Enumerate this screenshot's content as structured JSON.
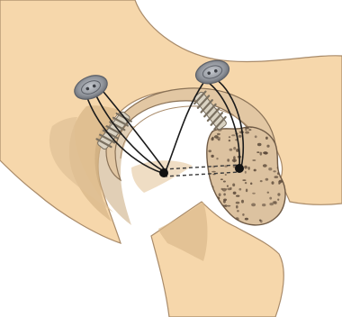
{
  "colors": {
    "background": "#ffffff",
    "skin": "#f6d7ab",
    "skin_outline": "#a98b6a",
    "bone_shadow": "#d8b788",
    "deep_shadow": "#c9a77a",
    "cortical_ring": "#e2c7a3",
    "cancellous_fill": "#dcc2a0",
    "cancellous_dots": "#5c4a3a",
    "anchor_body": "#d9d2c2",
    "anchor_thread": "#7a7060",
    "button_face": "#8f939a",
    "button_rim": "#5c6068",
    "suture": "#1a1a1a",
    "tunnel_dash": "#3a3a3a"
  },
  "components": {
    "anchors": [
      "left-suture-anchor",
      "right-suture-anchor"
    ],
    "buttons": [
      "left-cortical-button",
      "right-cortical-button"
    ],
    "knots": [
      "socket-suture-knot",
      "head-suture-knot"
    ]
  }
}
